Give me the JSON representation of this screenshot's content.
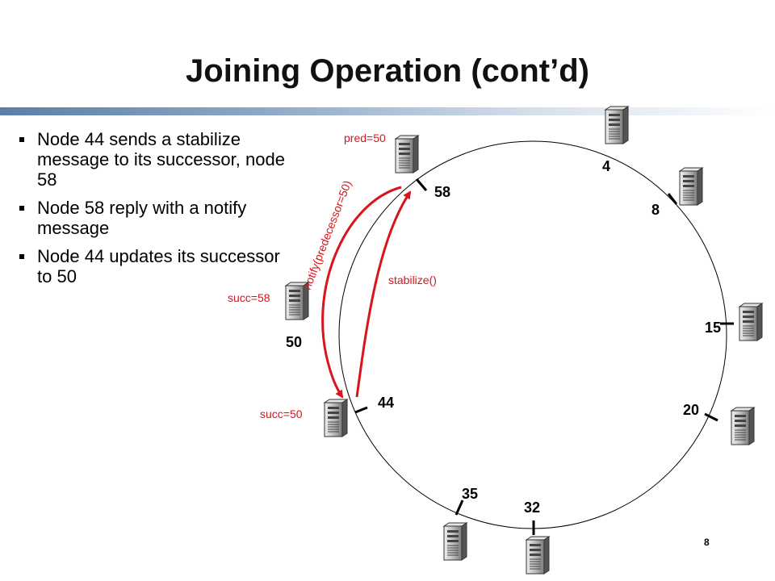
{
  "slide": {
    "title": "Joining Operation (cont’d)",
    "bullets": [
      "Node 44 sends a stabilize message to its successor, node 58",
      "Node 58 reply with a notify message",
      "Node 44 updates its successor to 50"
    ],
    "page_number": "8"
  },
  "ring": {
    "nodes": [
      "4",
      "8",
      "15",
      "20",
      "32",
      "35",
      "44",
      "58"
    ],
    "joining_node": "50"
  },
  "annotations": {
    "pred": "pred=50",
    "succ_joining": "succ=58",
    "succ_44": "succ=50",
    "stabilize": "stabilize()",
    "notify": "notify(predecessor=50)"
  },
  "colors": {
    "accent": "#d8141c",
    "rule": "#5a7fa8"
  }
}
